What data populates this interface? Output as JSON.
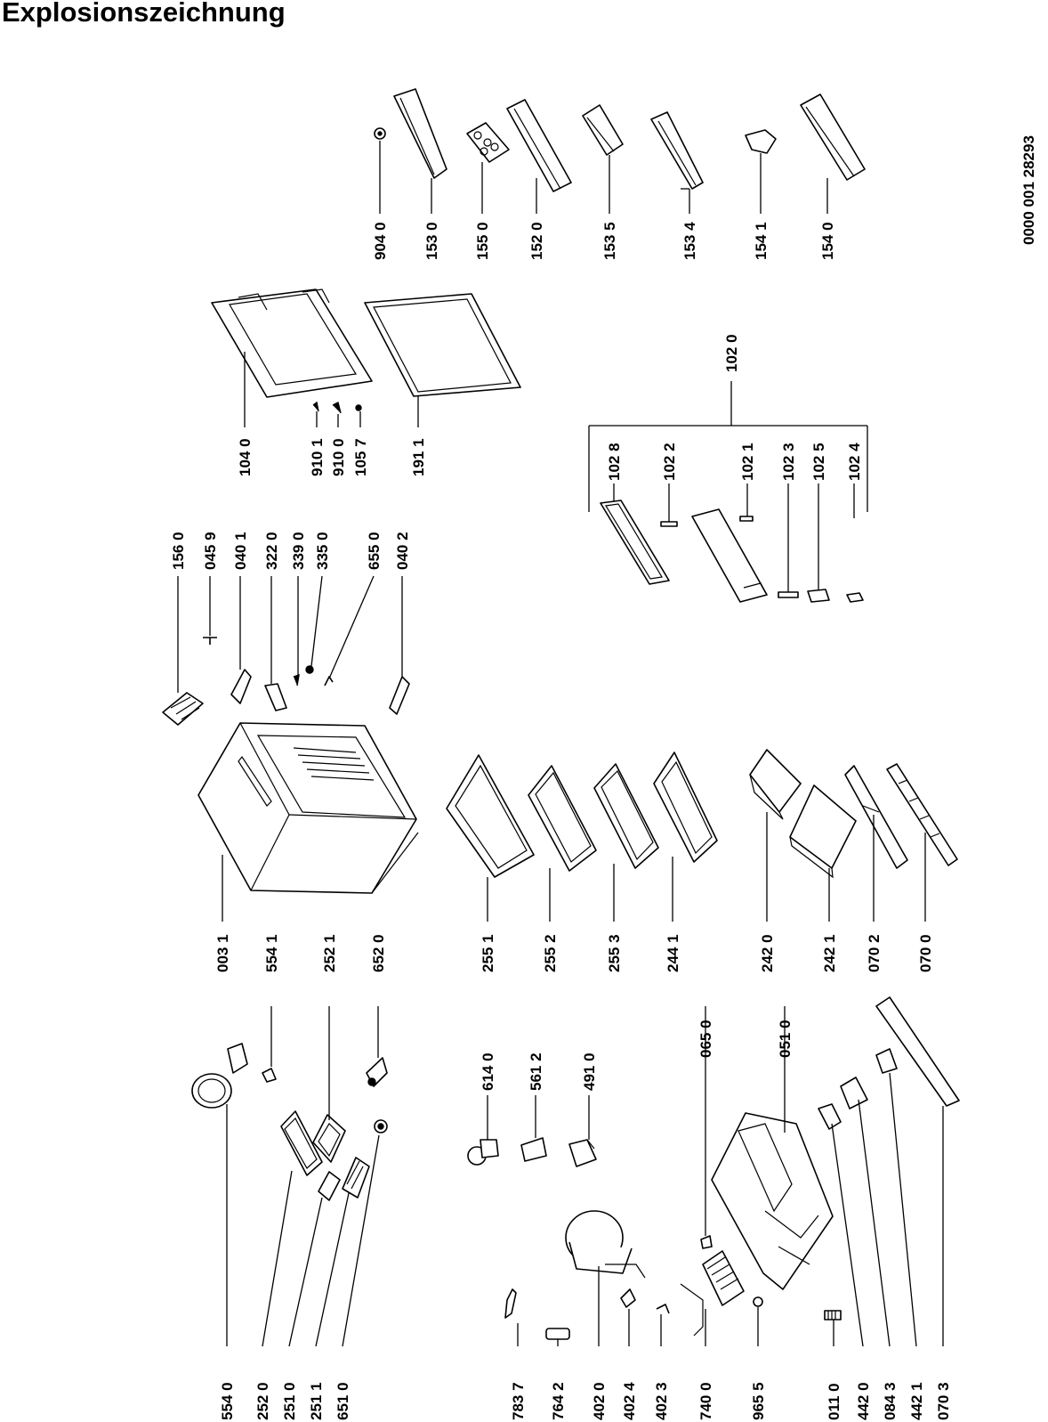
{
  "title": "Explosionszeichnung",
  "doc_number": "0000 001 28293",
  "labels": {
    "p9040": "904 0",
    "p1530": "153 0",
    "p1550": "155 0",
    "p1520": "152 0",
    "p1535": "153 5",
    "p1534": "153 4",
    "p1541": "154 1",
    "p1540": "154 0",
    "p1040": "104 0",
    "p9101": "910 1",
    "p9100": "910 0",
    "p1057": "105 7",
    "p1911": "191 1",
    "p1020": "102 0",
    "p1028": "102 8",
    "p1022": "102 2",
    "p1021": "102 1",
    "p1023": "102 3",
    "p1025": "102 5",
    "p1024": "102 4",
    "p1560": "156 0",
    "p0459": "045 9",
    "p0401": "040 1",
    "p3220": "322 0",
    "p3390": "339 0",
    "p3350": "335 0",
    "p6550": "655 0",
    "p0402": "040 2",
    "p0031": "003 1",
    "p5541": "554 1",
    "p2521": "252 1",
    "p6520": "652 0",
    "p2551": "255 1",
    "p2552": "255 2",
    "p2553": "255 3",
    "p2441": "244 1",
    "p2420": "242 0",
    "p2421": "242 1",
    "p0702": "070 2",
    "p0700": "070 0",
    "p6140": "614 0",
    "p5612": "561 2",
    "p4910": "491 0",
    "p0650": "065 0",
    "p0510": "051 0",
    "p5540": "554 0",
    "p2520": "252 0",
    "p2510": "251 0",
    "p2511": "251 1",
    "p6510": "651 0",
    "p7837": "783 7",
    "p7642": "764 2",
    "p4020": "402 0",
    "p4024": "402 4",
    "p4023": "402 3",
    "p7400": "740 0",
    "p9655": "965 5",
    "p0110": "011 0",
    "p4420": "442 0",
    "p0843": "084 3",
    "p4421": "442 1",
    "p0703": "070 3"
  },
  "colors": {
    "ink": "#000000",
    "paper": "#ffffff"
  }
}
